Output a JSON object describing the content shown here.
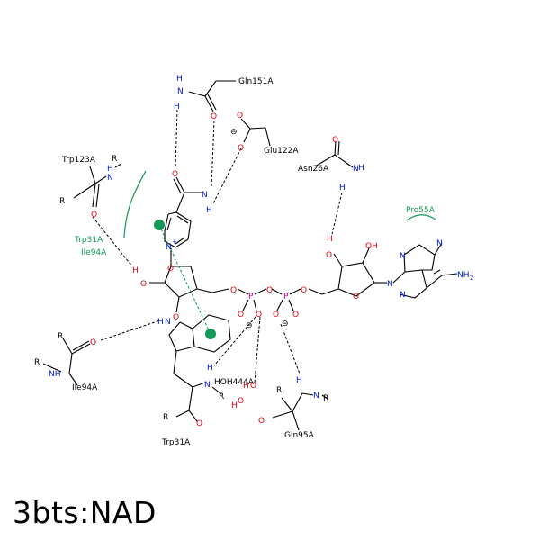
{
  "caption": "3bts:NAD",
  "residues": {
    "gln151": "Gln151A",
    "glu122": "Glu122A",
    "asn26": "Asn26A",
    "trp123": "Trp123A",
    "pro55": "Pro55A",
    "trp31_hyd": "Trp31A",
    "ile94_hyd": "Ile94A",
    "ile94": "Ile94A",
    "trp31": "Trp31A",
    "gln95": "Gln95A",
    "water": "HOH444A"
  },
  "colors": {
    "oxygen": "#e8000d",
    "nitrogen": "#0019e0",
    "phosphorus": "#cc0099",
    "hydrophobic": "#119955"
  }
}
